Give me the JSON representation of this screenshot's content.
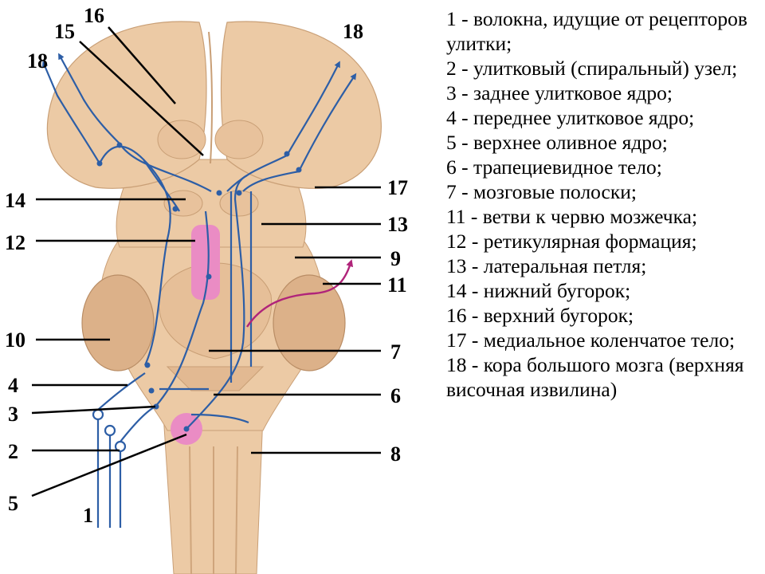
{
  "diagram": {
    "labels": {
      "n1": "1",
      "n2": "2",
      "n3": "3",
      "n4": "4",
      "n5": "5",
      "n6": "6",
      "n7": "7",
      "n8": "8",
      "n9": "9",
      "n10": "10",
      "n11": "11",
      "n12": "12",
      "n13": "13",
      "n14": "14",
      "n15": "15",
      "n16": "16",
      "n17": "17",
      "n18_left": "18",
      "n18_right": "18"
    },
    "colors": {
      "brain_tissue": "#eccaa5",
      "brain_shadow": "#d9ae84",
      "neural_pathway": "#2d5ea6",
      "nucleus_pink": "#ea8cc4",
      "cerebellar_branch": "#b0247a",
      "leader_line": "#000000"
    }
  },
  "legend": {
    "items": [
      "1 - волокна, идущие от рецепторов улитки;",
      "2 - улитковый (спиральный) узел;",
      "3 - заднее улитковое ядро;",
      "4 - переднее улитковое ядро;",
      "5 - верхнее оливное ядро;",
      "6 - трапециевидное тело;",
      "7 - мозговые полоски;",
      "11 - ветви к червю мозжечка;",
      "12 - ретикулярная формация;",
      "13 - латеральная петля;",
      "14 - нижний бугорок;",
      "16 - верхний бугорок;",
      "17 - медиальное коленчатое тело;",
      "18 - кора большого мозга (верхняя височная извилина)"
    ]
  }
}
